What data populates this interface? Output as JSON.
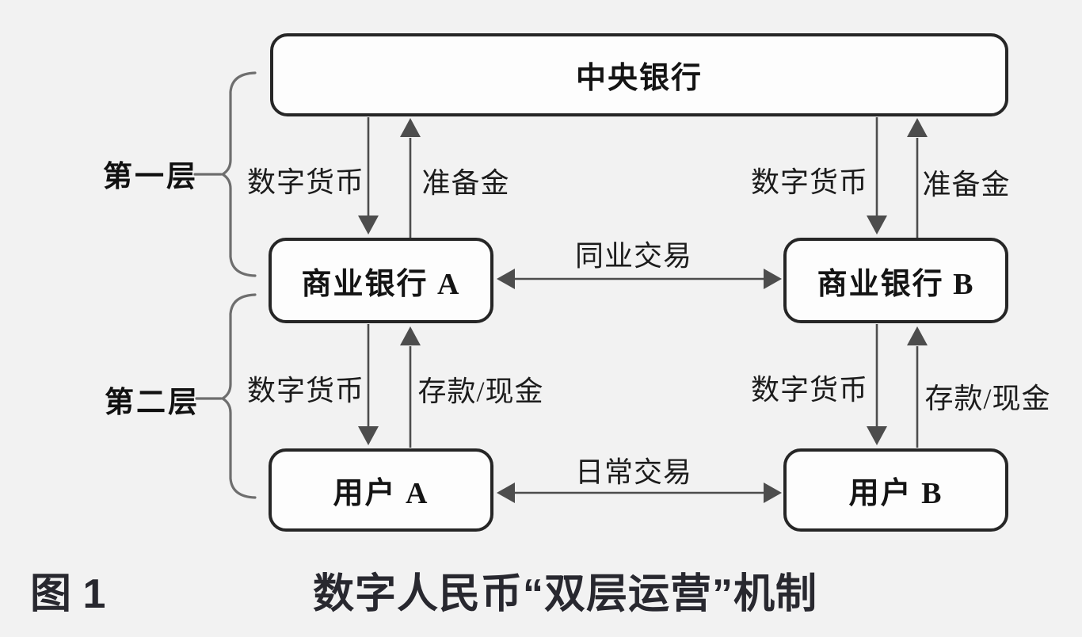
{
  "colors": {
    "background": "#f2f2f2",
    "box_fill": "#fdfdfd",
    "box_border": "#262626",
    "arrow": "#4d4d4d",
    "brace": "#6e6e6e",
    "diagram_text": "#1c1c1c",
    "caption_text": "#28282f"
  },
  "nodes": {
    "central_bank": "中央银行",
    "bank_a": "商业银行 A",
    "bank_b": "商业银行 B",
    "user_a": "用户 A",
    "user_b": "用户 B"
  },
  "tier_labels": {
    "tier1": "第一层",
    "tier2": "第二层"
  },
  "flow_labels": {
    "digital_currency": "数字货币",
    "reserve": "准备金",
    "deposit_cash": "存款/现金",
    "interbank_trade": "同业交易",
    "daily_trade": "日常交易"
  },
  "caption": {
    "figure_label": "图 1",
    "title": "数字人民币“双层运营”机制"
  }
}
